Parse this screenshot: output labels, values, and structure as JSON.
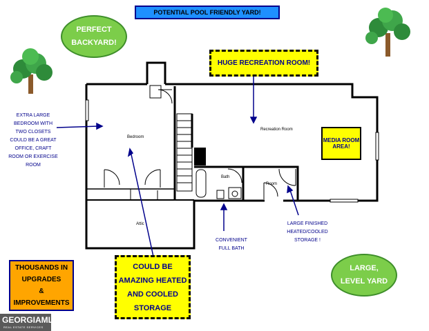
{
  "banner": {
    "title": "POTENTIAL POOL FRIENDLY YARD!"
  },
  "callouts": {
    "perfect_backyard": [
      "PERFECT",
      "BACKYARD!"
    ],
    "huge_recreation": "HUGE RECREATION ROOM!",
    "media_room": [
      "MEDIA ROOM",
      "AREA!"
    ],
    "storage": [
      "COULD BE",
      "AMAZING HEATED",
      "AND COOLED",
      "STORAGE"
    ],
    "upgrades": [
      "THOUSANDS IN",
      "UPGRADES",
      "&",
      "IMPROVEMENTS"
    ],
    "large_level_yard": [
      "LARGE,",
      "LEVEL YARD"
    ]
  },
  "notes": {
    "bedroom": [
      "EXTRA LARGE",
      "BEDROOM WITH",
      "TWO CLOSETS",
      "COULD BE A GREAT",
      "OFFICE, CRAFT",
      "ROOM OR EXERCISE",
      "ROOM"
    ],
    "bath": [
      "CONVENIENT",
      "FULL BATH"
    ],
    "storage": [
      "LARGE FINISHED",
      "HEATED/COOLED",
      "STORAGE !"
    ]
  },
  "rooms": {
    "bedroom": "Bedroom",
    "recreation": "Recreation Room",
    "bath": "Bath",
    "room": "Room",
    "attic": "Attic"
  },
  "logo": {
    "main": "GEORGIAMLS",
    "sub": "REAL ESTATE SERVICES"
  },
  "colors": {
    "banner_fill": "#1e90ff",
    "callout_yellow": "#ffff00",
    "oval_green": "#7ccd4a",
    "orange_box": "#ffa500",
    "note_text": "#00008b",
    "wall": "#000000"
  }
}
